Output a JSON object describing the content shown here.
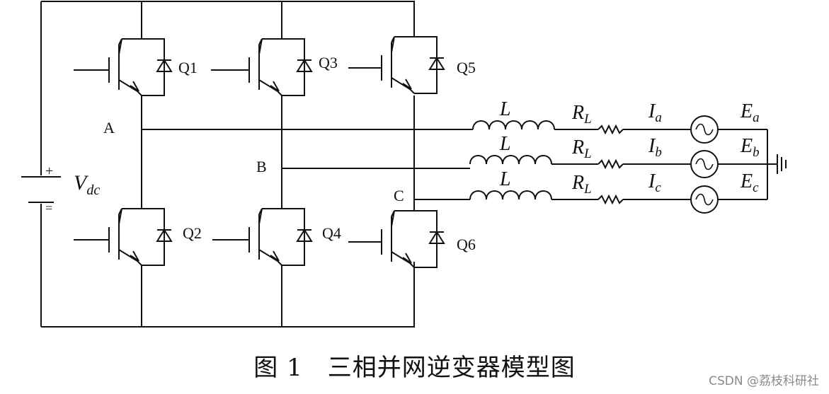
{
  "diagram": {
    "switches": [
      "Q1",
      "Q2",
      "Q3",
      "Q4",
      "Q5",
      "Q6"
    ],
    "nodes": [
      "A",
      "B",
      "C"
    ],
    "source": {
      "label_main": "V",
      "label_sub": "dc",
      "plus": "+",
      "minus": "="
    },
    "phases": [
      {
        "inductor": "L",
        "resistor_main": "R",
        "resistor_sub": "L",
        "current_main": "I",
        "current_sub": "a",
        "emf_main": "E",
        "emf_sub": "a"
      },
      {
        "inductor": "L",
        "resistor_main": "R",
        "resistor_sub": "L",
        "current_main": "I",
        "current_sub": "b",
        "emf_main": "E",
        "emf_sub": "b"
      },
      {
        "inductor": "L",
        "resistor_main": "R",
        "resistor_sub": "L",
        "current_main": "I",
        "current_sub": "c",
        "emf_main": "E",
        "emf_sub": "c"
      }
    ]
  },
  "caption": "图 1　三相并网逆变器模型图",
  "watermark": "CSDN @荔枝科研社"
}
